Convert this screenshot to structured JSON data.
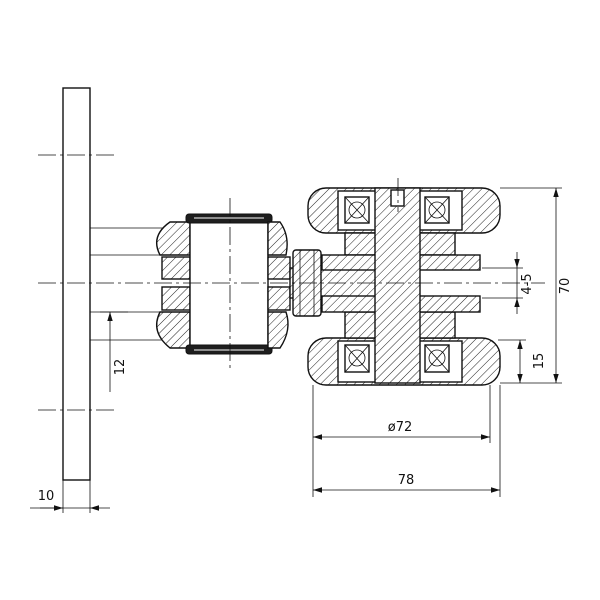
{
  "dimensions": {
    "right_overall_height": "70",
    "right_gap": "4-5",
    "right_lower_height": "15",
    "right_diameter": "ø72",
    "right_overall_width": "78",
    "arm_offset": "12",
    "plate_thickness": "10"
  }
}
